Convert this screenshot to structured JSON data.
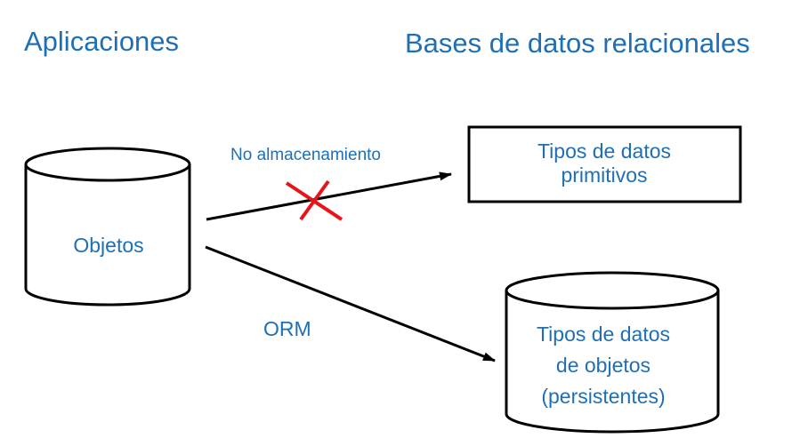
{
  "headings": {
    "left": "Aplicaciones",
    "right": "Bases de datos relacionales"
  },
  "nodes": {
    "source_cylinder": {
      "label": "Objetos"
    },
    "primitive_box": {
      "lines": [
        "Tipos de datos",
        "primitivos"
      ]
    },
    "object_cylinder": {
      "lines": [
        "Tipos de datos",
        "de objetos",
        "(persistentes)"
      ]
    }
  },
  "edges": {
    "to_primitive": {
      "label": "No almacenamiento",
      "blocked": true
    },
    "to_objects": {
      "label": "ORM"
    }
  },
  "colors": {
    "text": "#1f6fb4",
    "stroke": "#000000",
    "cross": "#e8141b"
  }
}
